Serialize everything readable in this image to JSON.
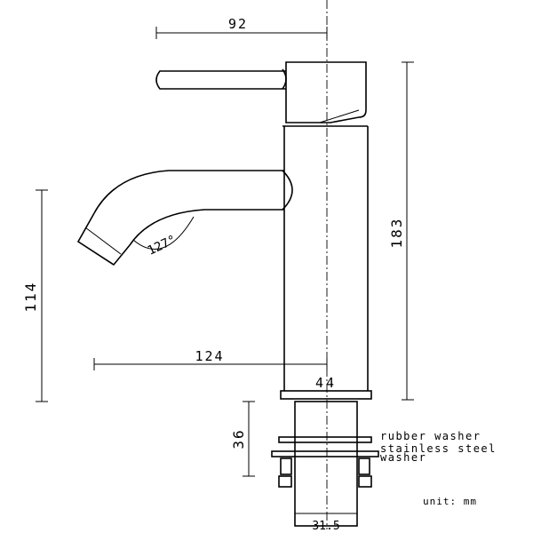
{
  "dimensions": {
    "handle_reach": "92",
    "total_height": "183",
    "spout_height": "114",
    "spout_reach": "124",
    "body_diameter": "44",
    "thread_length": "36",
    "thread_diameter": "31.5",
    "spout_angle": "127°"
  },
  "labels": {
    "rubber_washer": "rubber washer",
    "stainless_line1": "stainless steel",
    "stainless_line2": "washer",
    "unit": "unit: mm"
  }
}
